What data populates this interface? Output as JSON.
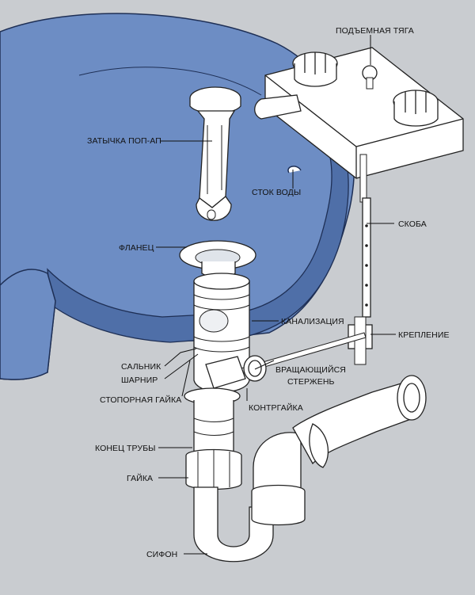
{
  "labels": {
    "lift_rod": "ПОДЪЕМНАЯ ТЯГА",
    "popup_stopper": "ЗАТЫЧКА ПОП-АП",
    "overflow": "СТОК ВОДЫ",
    "clevis": "СКОБА",
    "flange": "ФЛАНЕЦ",
    "drain_body": "КАНАЛИЗАЦИЯ",
    "mount": "КРЕПЛЕНИЕ",
    "gland": "САЛЬНИК",
    "pivot": "ШАРНИР",
    "pivot_rod_1": "ВРАЩАЮЩИЙСЯ",
    "pivot_rod_2": "СТЕРЖЕНЬ",
    "stop_nut": "СТОПОРНАЯ ГАЙКА",
    "lock_nut": "КОНТРГАЙКА",
    "tailpiece": "КОНЕЦ ТРУБЫ",
    "nut": "ГАЙКА",
    "trap": "СИФОН"
  },
  "colors": {
    "background": "#c9ccd0",
    "basin": "#6d8dc4",
    "basin_shadow": "#4f6fa8",
    "parts": "#ffffff",
    "outline": "#222222"
  }
}
